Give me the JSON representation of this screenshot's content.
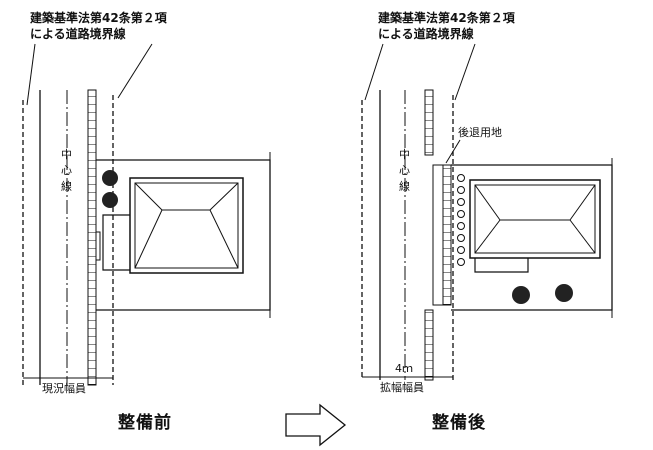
{
  "annotation": {
    "line1": "建築基準法第42条第２項",
    "line2": "による道路境界線"
  },
  "left": {
    "center_label": [
      "中",
      "心",
      "線"
    ],
    "width_label": "現況幅員",
    "caption": "整備前"
  },
  "right": {
    "center_label": [
      "中",
      "心",
      "線"
    ],
    "setback_label": "後退用地",
    "distance_label": "4ｍ",
    "width_label": "拡幅幅員",
    "caption": "整備後"
  },
  "colors": {
    "ink": "#111111",
    "background": "#ffffff"
  }
}
